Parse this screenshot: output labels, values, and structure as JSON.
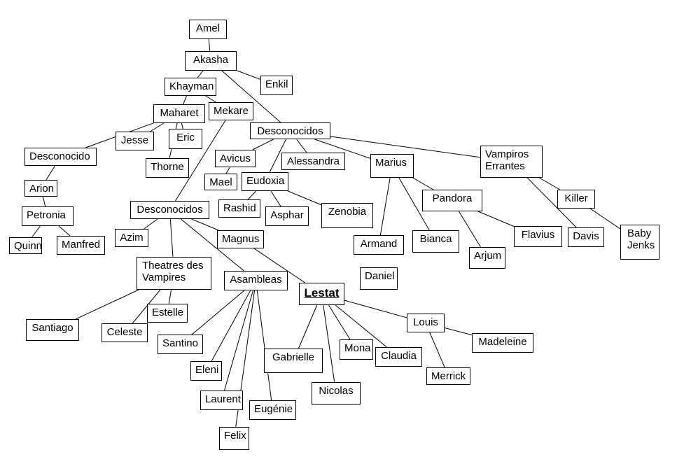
{
  "nodes": {
    "amel": "Amel",
    "akasha": "Akasha",
    "enkil": "Enkil",
    "khayman": "Khayman",
    "maharet": "Maharet",
    "mekare": "Mekare",
    "desconocido": "Desconocido",
    "jesse": "Jesse",
    "eric": "Eric",
    "thorne": "Thorne",
    "arion": "Arion",
    "petronia": "Petronia",
    "quinn": "Quinn",
    "manfred": "Manfred",
    "desconocidos_top": "Desconocidos",
    "avicus": "Avicus",
    "mael": "Mael",
    "eudoxia": "Eudoxia",
    "alessandra": "Alessandra",
    "rashid": "Rashid",
    "asphar": "Asphar",
    "zenobia": "Zenobia",
    "marius": "Marius",
    "vampiros_errantes": "Vampiros\nErrantes",
    "killer": "Killer",
    "baby_jenks": "Baby\nJenks",
    "davis": "Davis",
    "desconocidos_mid": "Desconocidos",
    "azim": "Azim",
    "magnus": "Magnus",
    "pandora": "Pandora",
    "flavius": "Flavius",
    "arjum": "Arjum",
    "armand": "Armand",
    "bianca": "Bianca",
    "daniel": "Daniel",
    "theatres": "Theatres des\nVampires",
    "asambleas": "Asambleas",
    "lestat": "Lestat",
    "estelle": "Estelle",
    "santiago": "Santiago",
    "celeste": "Celeste",
    "santino": "Santino",
    "eleni": "Eleni",
    "laurent": "Laurent",
    "eugenie": "Eugénie",
    "felix": "Felix",
    "gabrielle": "Gabrielle",
    "nicolas": "Nicolas",
    "mona": "Mona",
    "claudia": "Claudia",
    "louis": "Louis",
    "madeleine": "Madeleine",
    "merrick": "Merrick"
  },
  "edges": [
    [
      "amel",
      "akasha"
    ],
    [
      "akasha",
      "enkil"
    ],
    [
      "akasha",
      "khayman"
    ],
    [
      "akasha",
      "desconocidos_top"
    ],
    [
      "khayman",
      "maharet"
    ],
    [
      "khayman",
      "mekare"
    ],
    [
      "maharet",
      "desconocido"
    ],
    [
      "maharet",
      "jesse"
    ],
    [
      "maharet",
      "eric"
    ],
    [
      "maharet",
      "thorne"
    ],
    [
      "desconocido",
      "arion"
    ],
    [
      "arion",
      "petronia"
    ],
    [
      "petronia",
      "quinn"
    ],
    [
      "petronia",
      "manfred"
    ],
    [
      "mekare",
      "desconocidos_mid"
    ],
    [
      "desconocidos_top",
      "avicus"
    ],
    [
      "desconocidos_top",
      "eudoxia"
    ],
    [
      "desconocidos_top",
      "alessandra"
    ],
    [
      "desconocidos_top",
      "marius"
    ],
    [
      "desconocidos_top",
      "vampiros_errantes"
    ],
    [
      "avicus",
      "mael"
    ],
    [
      "eudoxia",
      "rashid"
    ],
    [
      "eudoxia",
      "asphar"
    ],
    [
      "eudoxia",
      "zenobia"
    ],
    [
      "marius",
      "armand"
    ],
    [
      "marius",
      "bianca"
    ],
    [
      "marius",
      "pandora"
    ],
    [
      "pandora",
      "flavius"
    ],
    [
      "pandora",
      "arjum"
    ],
    [
      "vampiros_errantes",
      "killer"
    ],
    [
      "vampiros_errantes",
      "davis"
    ],
    [
      "killer",
      "baby_jenks"
    ],
    [
      "desconocidos_mid",
      "azim"
    ],
    [
      "desconocidos_mid",
      "magnus"
    ],
    [
      "desconocidos_mid",
      "theatres"
    ],
    [
      "desconocidos_mid",
      "asambleas"
    ],
    [
      "magnus",
      "lestat"
    ],
    [
      "theatres",
      "estelle"
    ],
    [
      "theatres",
      "santiago"
    ],
    [
      "theatres",
      "celeste"
    ],
    [
      "asambleas",
      "santino"
    ],
    [
      "asambleas",
      "eleni"
    ],
    [
      "asambleas",
      "laurent"
    ],
    [
      "asambleas",
      "felix"
    ],
    [
      "asambleas",
      "eugenie"
    ],
    [
      "lestat",
      "gabrielle"
    ],
    [
      "lestat",
      "nicolas"
    ],
    [
      "lestat",
      "mona"
    ],
    [
      "lestat",
      "claudia"
    ],
    [
      "lestat",
      "louis"
    ],
    [
      "louis",
      "madeleine"
    ],
    [
      "louis",
      "merrick"
    ]
  ]
}
